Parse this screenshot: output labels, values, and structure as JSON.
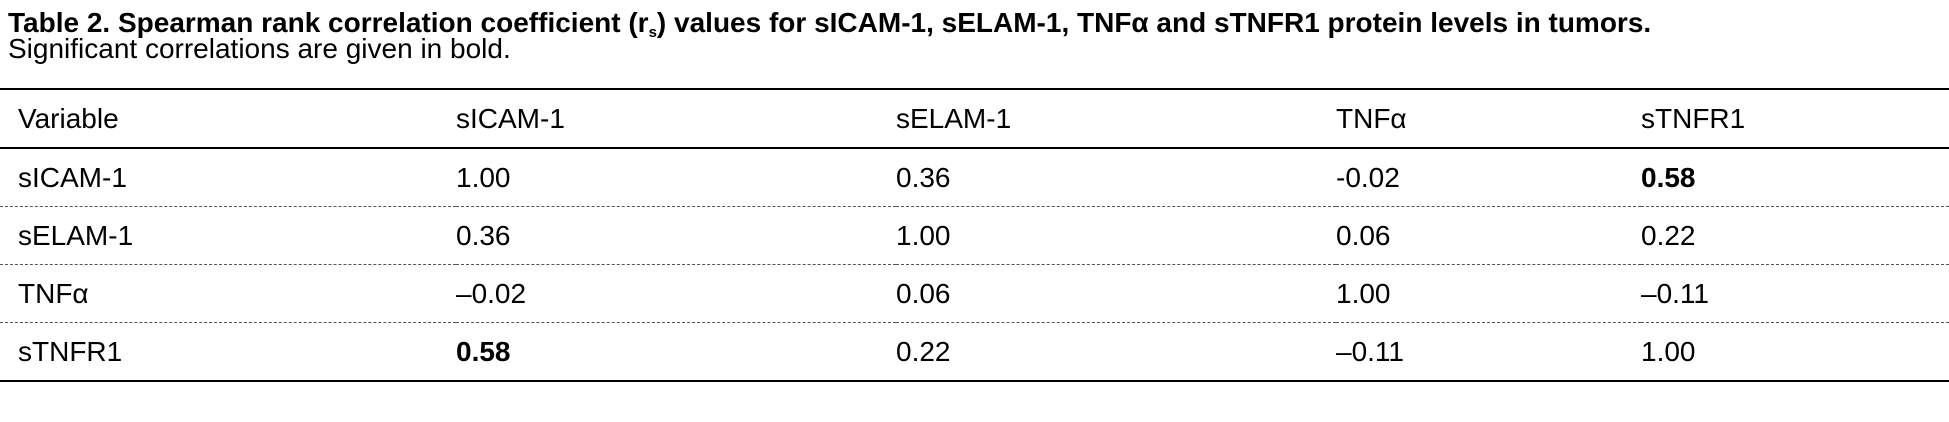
{
  "caption": {
    "title_prefix": "Table 2. Spearman rank correlation coefficient (r",
    "title_sub": "s",
    "title_suffix": ") values for sICAM-1, sELAM-1, TNFα and sTNFR1 protein levels in tumors.",
    "note": "Significant correlations are given in bold."
  },
  "table": {
    "headers": [
      "Variable",
      "sICAM-1",
      "sELAM-1",
      "TNFα",
      "sTNFR1"
    ],
    "rows": [
      [
        "sICAM-1",
        "1.00",
        "0.36",
        "-0.02",
        "0.58"
      ],
      [
        "sELAM-1",
        "0.36",
        "1.00",
        "0.06",
        "0.22"
      ],
      [
        "TNFα",
        "–0.02",
        "0.06",
        "1.00",
        "–0.11"
      ],
      [
        "sTNFR1",
        "0.58",
        "0.22",
        "–0.11",
        "1.00"
      ]
    ]
  }
}
